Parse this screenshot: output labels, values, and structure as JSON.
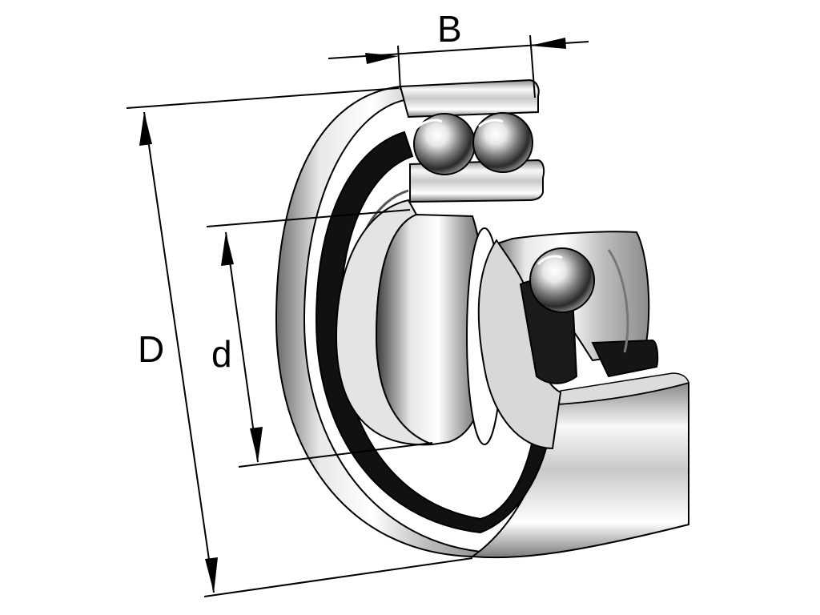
{
  "dimensions": {
    "width_label": "B",
    "outer_diameter_label": "D",
    "bore_diameter_label": "d"
  },
  "colors": {
    "line": "#000000",
    "steel_light": "#f4f4f4",
    "steel_mid": "#b8b8b8",
    "steel_dark": "#5a5a5a",
    "seal": "#111111",
    "background": "#ffffff"
  }
}
